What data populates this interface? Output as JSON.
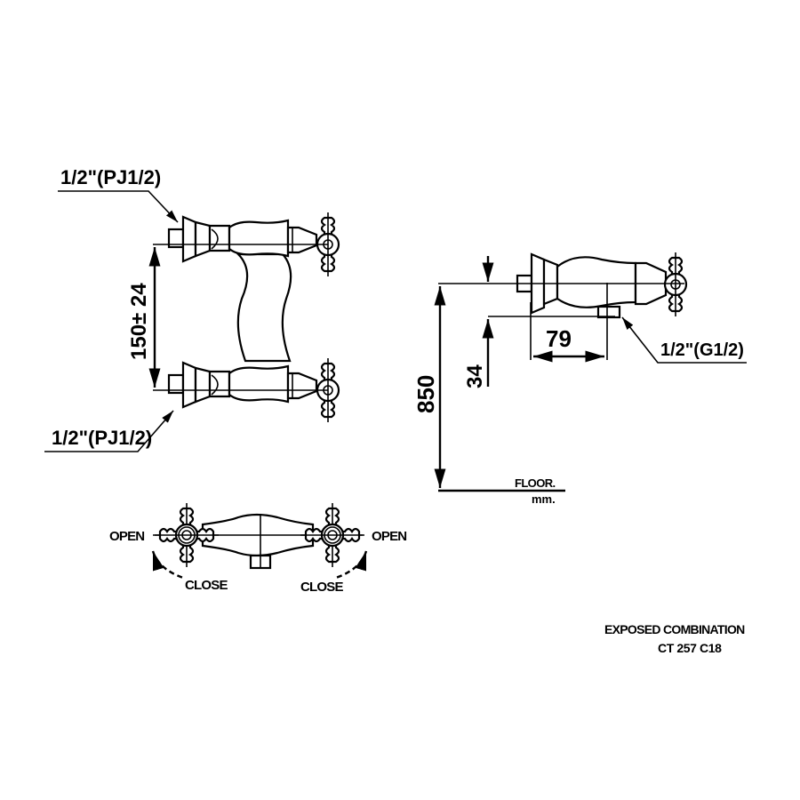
{
  "front_view": {
    "inlet_top_label": "1/2\"(PJ1/2)",
    "inlet_bottom_label": "1/2\"(PJ1/2)",
    "center_distance": "150± 24"
  },
  "side_view": {
    "height_from_floor": "850",
    "outlet_drop": "34",
    "outlet_offset": "79",
    "outlet_label": "1/2\"(G1/2)",
    "floor_label": "FLOOR.",
    "unit_label": "mm."
  },
  "top_view": {
    "left_open": "OPEN",
    "left_close": "CLOSE",
    "right_open": "OPEN",
    "right_close": "CLOSE"
  },
  "title_block": {
    "title": "EXPOSED COMBINATION",
    "model": "CT 257 C18"
  }
}
